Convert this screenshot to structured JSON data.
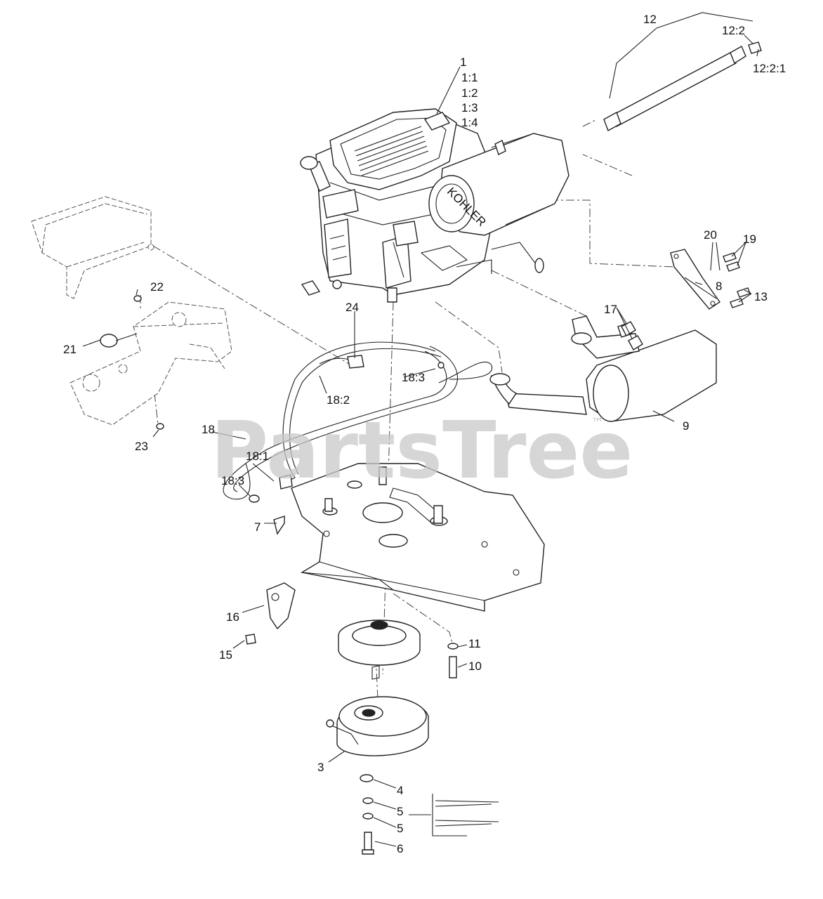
{
  "watermark": {
    "text": "PartsTree",
    "trademark": "™"
  },
  "engine_brand_text": "KOHLER",
  "colors": {
    "line": "#222222",
    "watermark": "#c9c9c9",
    "background": "#ffffff"
  },
  "callouts": {
    "c1": "1",
    "c1_1": "1:1",
    "c1_2": "1:2",
    "c1_3": "1:3",
    "c1_4": "1:4",
    "c3": "3",
    "c4": "4",
    "c5a": "5",
    "c5b": "5",
    "c6": "6",
    "c7": "7",
    "c8": "8",
    "c9": "9",
    "c10": "10",
    "c11": "11",
    "c12": "12",
    "c12_2": "12:2",
    "c12_2_1": "12:2:1",
    "c13": "13",
    "c15": "15",
    "c16": "16",
    "c17": "17",
    "c18": "18",
    "c18_1": "18:1",
    "c18_2": "18:2",
    "c18_3a": "18:3",
    "c18_3b": "18:3",
    "c19": "19",
    "c20": "20",
    "c21": "21",
    "c22": "22",
    "c23": "23",
    "c24": "24"
  }
}
